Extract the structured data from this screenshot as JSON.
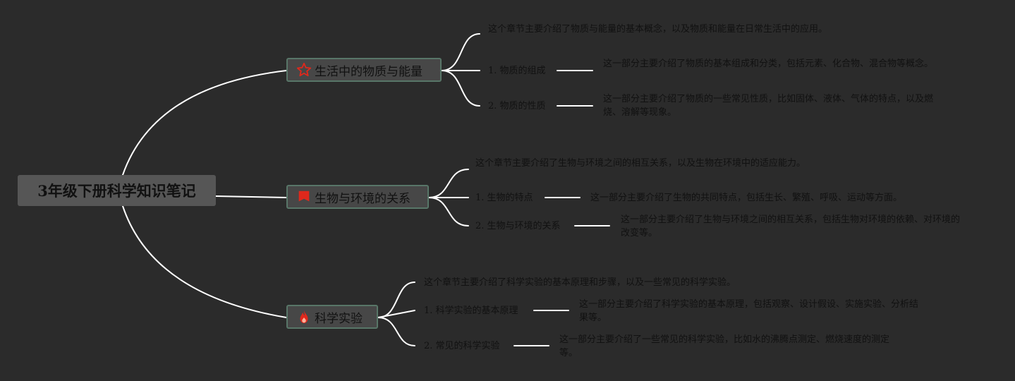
{
  "colors": {
    "background": "#2b2b2b",
    "root_fill": "#565656",
    "topic_fill": "#474747",
    "topic_border": "#587668",
    "line": "#ffffff",
    "icon_red": "#e0281c"
  },
  "root": {
    "label": "3年级下册科学知识笔记"
  },
  "topics": [
    {
      "label": "生活中的物质与能量",
      "icon": "star-icon",
      "summary": "这个章节主要介绍了物质与能量的基本概念，以及物质和能量在日常生活中的应用。",
      "items": [
        {
          "label": "1. 物质的组成",
          "detail": "这一部分主要介绍了物质的基本组成和分类，包括元素、化合物、混合物等概念。"
        },
        {
          "label": "2. 物质的性质",
          "detail": "这一部分主要介绍了物质的一些常见性质，比如固体、液体、气体的特点，以及燃烧、溶解等现象。"
        }
      ]
    },
    {
      "label": "生物与环境的关系",
      "icon": "flag-icon",
      "summary": "这个章节主要介绍了生物与环境之间的相互关系，以及生物在环境中的适应能力。",
      "items": [
        {
          "label": "1. 生物的特点",
          "detail": "这一部分主要介绍了生物的共同特点，包括生长、繁殖、呼吸、运动等方面。"
        },
        {
          "label": "2. 生物与环境的关系",
          "detail": "这一部分主要介绍了生物与环境之间的相互关系，包括生物对环境的依赖、对环境的改变等。"
        }
      ]
    },
    {
      "label": "科学实验",
      "icon": "flame-icon",
      "summary": "这个章节主要介绍了科学实验的基本原理和步骤，以及一些常见的科学实验。",
      "items": [
        {
          "label": "1. 科学实验的基本原理",
          "detail": "这一部分主要介绍了科学实验的基本原理，包括观察、设计假设、实施实验、分析结果等。"
        },
        {
          "label": "2. 常见的科学实验",
          "detail": "这一部分主要介绍了一些常见的科学实验，比如水的沸腾点测定、燃烧速度的测定等。"
        }
      ]
    }
  ]
}
